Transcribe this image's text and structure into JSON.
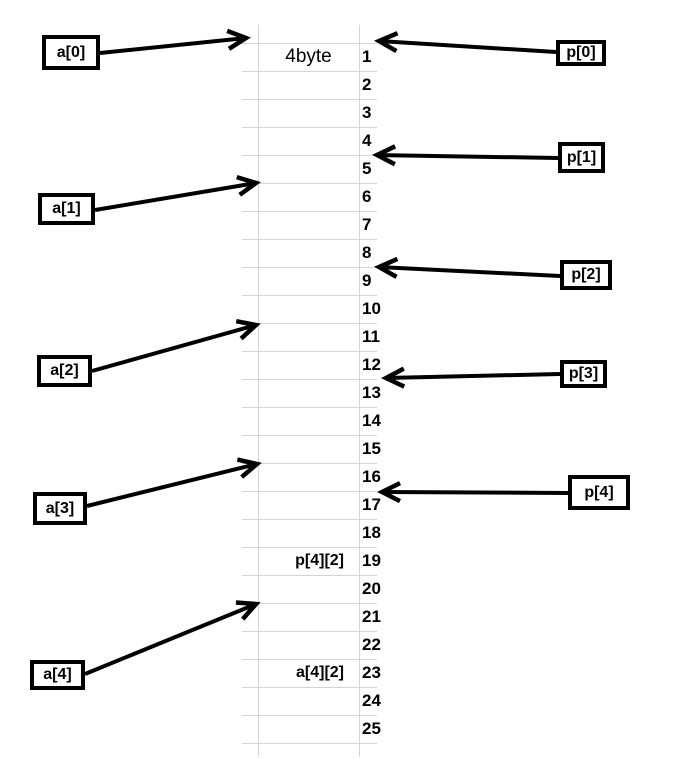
{
  "diagram": {
    "memory_column": {
      "header": "4byte",
      "row_count": 25,
      "row_numbers": [
        "1",
        "2",
        "3",
        "4",
        "5",
        "6",
        "7",
        "8",
        "9",
        "10",
        "11",
        "12",
        "13",
        "14",
        "15",
        "16",
        "17",
        "18",
        "19",
        "20",
        "21",
        "22",
        "23",
        "24",
        "25"
      ],
      "cell_labels": [
        {
          "row": 19,
          "text": "p[4][2]"
        },
        {
          "row": 23,
          "text": "a[4][2]"
        }
      ]
    },
    "left_boxes": [
      {
        "id": "a0",
        "label": "a[0]"
      },
      {
        "id": "a1",
        "label": "a[1]"
      },
      {
        "id": "a2",
        "label": "a[2]"
      },
      {
        "id": "a3",
        "label": "a[3]"
      },
      {
        "id": "a4",
        "label": "a[4]"
      }
    ],
    "right_boxes": [
      {
        "id": "p0",
        "label": "p[0]"
      },
      {
        "id": "p1",
        "label": "p[1]"
      },
      {
        "id": "p2",
        "label": "p[2]"
      },
      {
        "id": "p3",
        "label": "p[3]"
      },
      {
        "id": "p4",
        "label": "p[4]"
      }
    ],
    "arrows": [
      {
        "from": "a[0]",
        "points_to_row": 1
      },
      {
        "from": "a[1]",
        "points_to_row": 6
      },
      {
        "from": "a[2]",
        "points_to_row": 11
      },
      {
        "from": "a[3]",
        "points_to_row": 16
      },
      {
        "from": "a[4]",
        "points_to_row": 21
      },
      {
        "from": "p[0]",
        "points_to_row": 1
      },
      {
        "from": "p[1]",
        "points_to_row": 5
      },
      {
        "from": "p[2]",
        "points_to_row": 9
      },
      {
        "from": "p[3]",
        "points_to_row": 13
      },
      {
        "from": "p[4]",
        "points_to_row": 17
      }
    ],
    "colors": {
      "grid_line": "#d4d4d4",
      "ink": "#000000",
      "background": "#ffffff"
    }
  }
}
